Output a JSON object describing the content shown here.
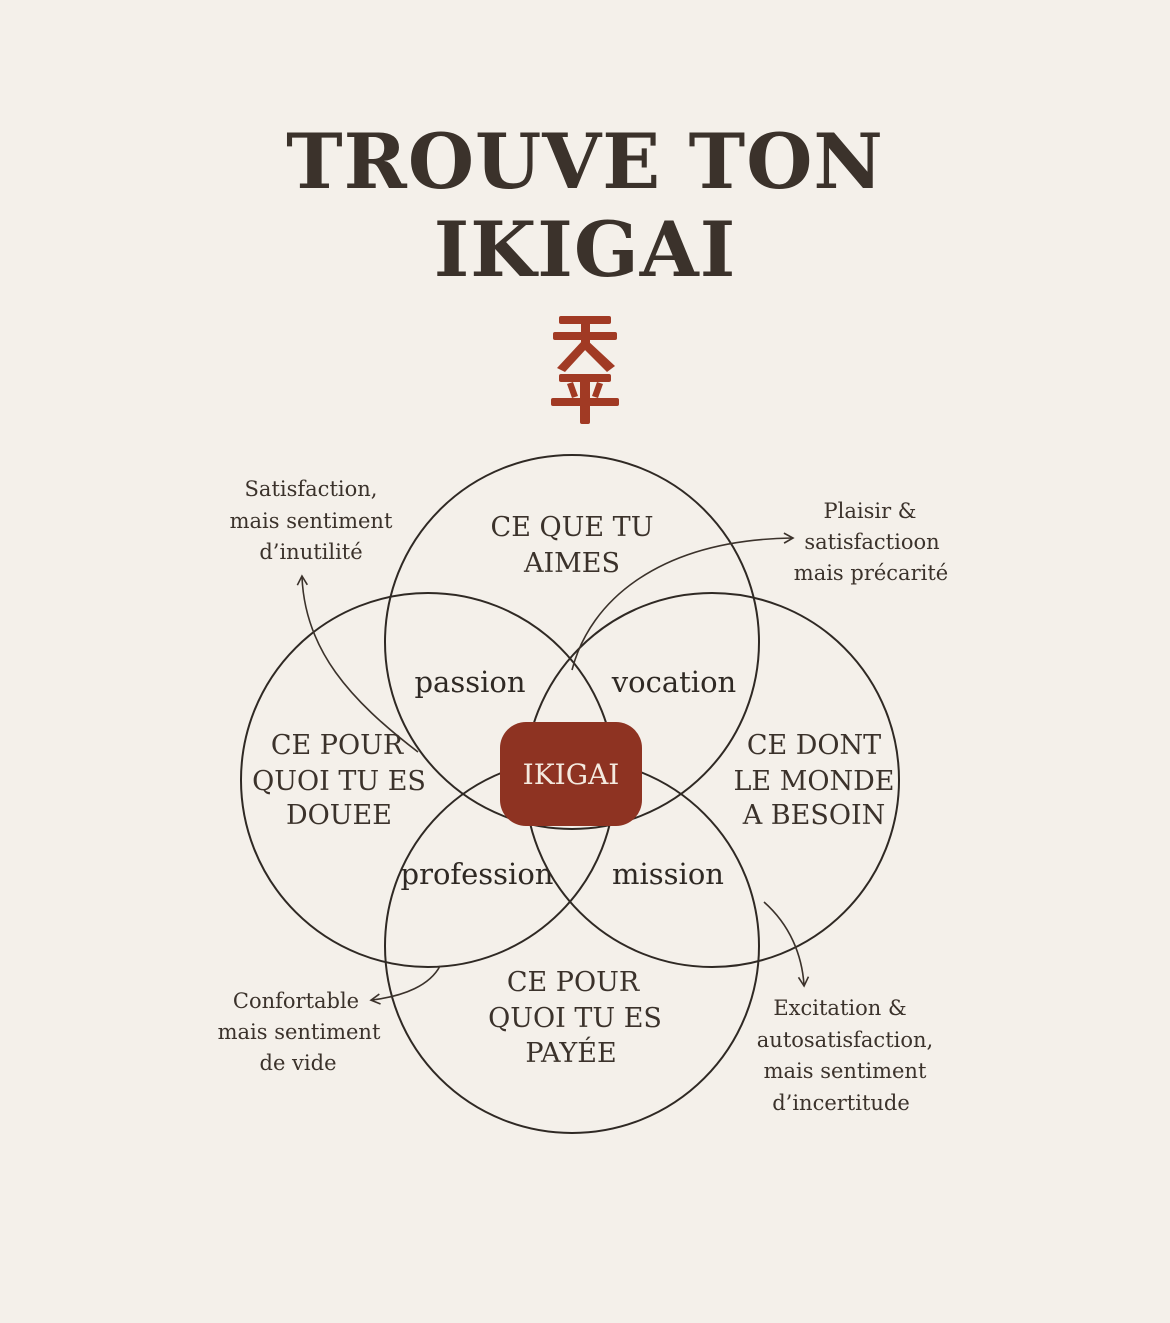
{
  "title": {
    "line1": "TROUVE TON",
    "line2": "IKIGAI"
  },
  "emblem": {
    "icon": "kanji-emblem-icon",
    "color": "#a13a24"
  },
  "colors": {
    "background": "#f4f0ea",
    "ink": "#3b322b",
    "accent": "#8e3322"
  },
  "circles": {
    "top": {
      "line1": "CE QUE TU",
      "line2": "AIMES"
    },
    "left": {
      "line1": "CE POUR",
      "line2": "QUOI TU ES",
      "line3": "DOUEE"
    },
    "right": {
      "line1": "CE DONT",
      "line2": "LE MONDE",
      "line3": "A BESOIN"
    },
    "bottom": {
      "line1": "CE POUR",
      "line2": "QUOI TU ES",
      "line3": "PAYÉE"
    }
  },
  "overlaps": {
    "passion": "passion",
    "vocation": "vocation",
    "profession": "profession",
    "mission": "mission"
  },
  "center": {
    "label": "IKIGAI"
  },
  "notes": {
    "top_left": {
      "line1": "Satisfaction,",
      "line2": "mais sentiment",
      "line3": "d’inutilité"
    },
    "top_right": {
      "line1": "Plaisir &",
      "line2": "satisfactioon",
      "line3": "mais précarité"
    },
    "bottom_left": {
      "line1": "Confortable",
      "line2": "mais sentiment",
      "line3": "de vide"
    },
    "bottom_right": {
      "line1": "Excitation &",
      "line2": "autosatisfaction,",
      "line3": "mais sentiment",
      "line4": "d’incertitude"
    }
  }
}
